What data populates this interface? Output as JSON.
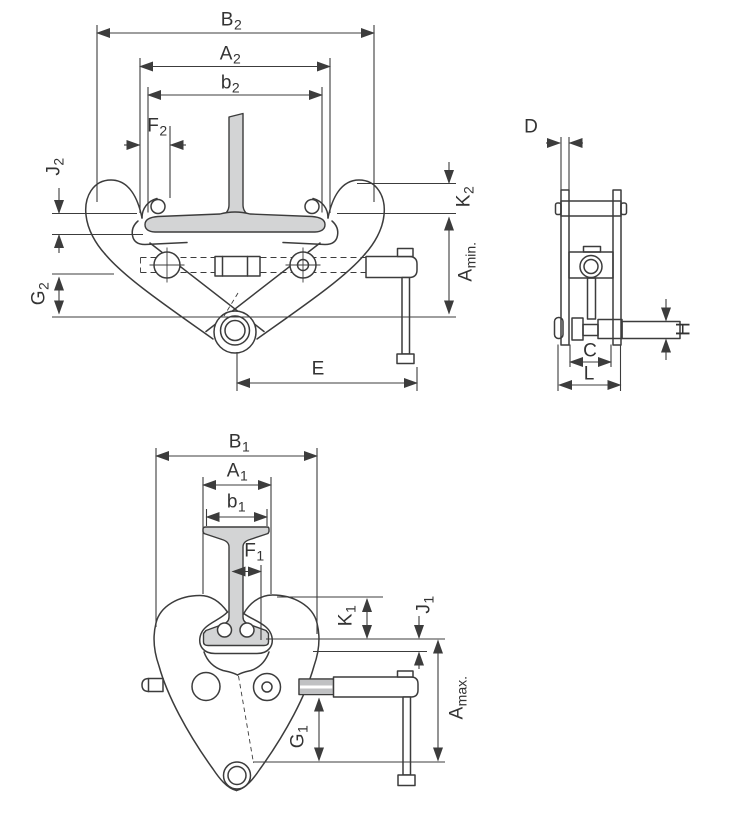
{
  "colors": {
    "line": "#3c3c3c",
    "beam_fill": "#d3d4d5",
    "metal_fill": "#c0c1c3",
    "background": "#ffffff"
  },
  "labels": {
    "top_view": {
      "B2": {
        "main": "B",
        "sub": "2"
      },
      "A2": {
        "main": "A",
        "sub": "2"
      },
      "b2": {
        "main": "b",
        "sub": "2"
      },
      "F2": {
        "main": "F",
        "sub": "2"
      },
      "J2": {
        "main": "J",
        "sub": "2"
      },
      "K2": {
        "main": "K",
        "sub": "2"
      },
      "G2": {
        "main": "G",
        "sub": "2"
      },
      "Amin": {
        "main": "A",
        "sub": "min."
      },
      "E": {
        "main": "E",
        "sub": ""
      }
    },
    "side_view": {
      "D": {
        "main": "D",
        "sub": ""
      },
      "H": {
        "main": "H",
        "sub": ""
      },
      "C": {
        "main": "C",
        "sub": ""
      },
      "L": {
        "main": "L",
        "sub": ""
      }
    },
    "bottom_view": {
      "B1": {
        "main": "B",
        "sub": "1"
      },
      "A1": {
        "main": "A",
        "sub": "1"
      },
      "b1": {
        "main": "b",
        "sub": "1"
      },
      "F1": {
        "main": "F",
        "sub": "1"
      },
      "K1": {
        "main": "K",
        "sub": "1"
      },
      "J1": {
        "main": "J",
        "sub": "1"
      },
      "G1": {
        "main": "G",
        "sub": "1"
      },
      "Amax": {
        "main": "A",
        "sub": "max."
      }
    }
  }
}
